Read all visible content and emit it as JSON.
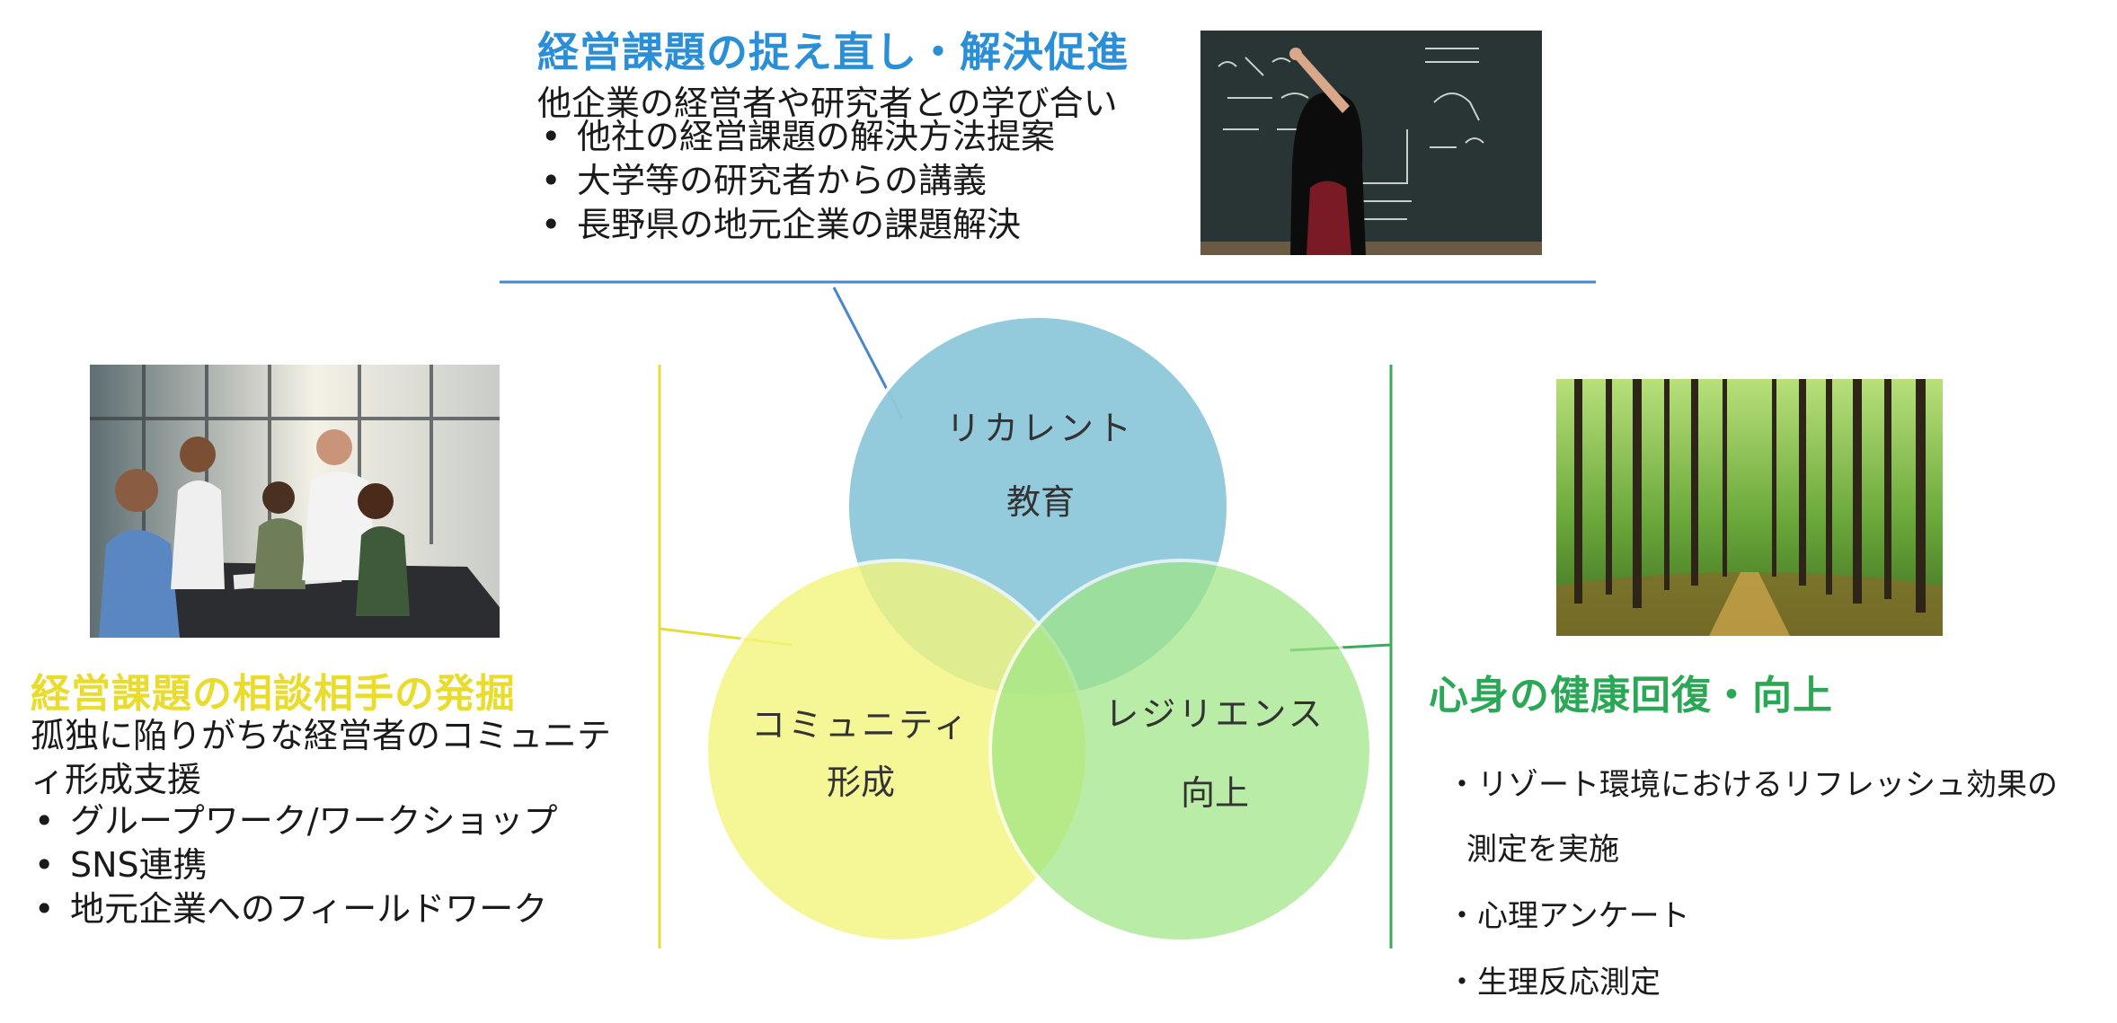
{
  "top": {
    "title": "経営課題の捉え直し・解決促進",
    "subtitle": "他企業の経営者や研究者との学び合い",
    "bullets": [
      "他社の経営課題の解決方法提案",
      "大学等の研究者からの講義",
      "長野県の地元企業の課題解決"
    ],
    "color": "#2a8fd6"
  },
  "left": {
    "title": "経営課題の相談相手の発掘",
    "subtitle": "孤独に陥りがちな経営者のコミュニティ形成支援",
    "bullets": [
      "グループワーク/ワークショップ",
      "SNS連携",
      "地元企業へのフィールドワーク"
    ],
    "color": "#e9dc2c"
  },
  "right": {
    "title": "心身の健康回復・向上",
    "items": [
      "・リゾート環境におけるリフレッシュ効果の",
      "測定を実施",
      "・心理アンケート",
      "・生理反応測定"
    ],
    "color": "#2aa855"
  },
  "venn": {
    "circles": [
      {
        "line1": "リカレント",
        "line2": "教育",
        "color": "#8ec9dc"
      },
      {
        "line1": "コミュニティ",
        "line2": "形成",
        "color": "#f4f78a"
      },
      {
        "line1": "レジリエンス",
        "line2": "向上",
        "color": "#a6e88d"
      }
    ]
  },
  "photos": {
    "top": "chalkboard-photo",
    "left": "meeting-photo",
    "right": "forest-photo"
  }
}
